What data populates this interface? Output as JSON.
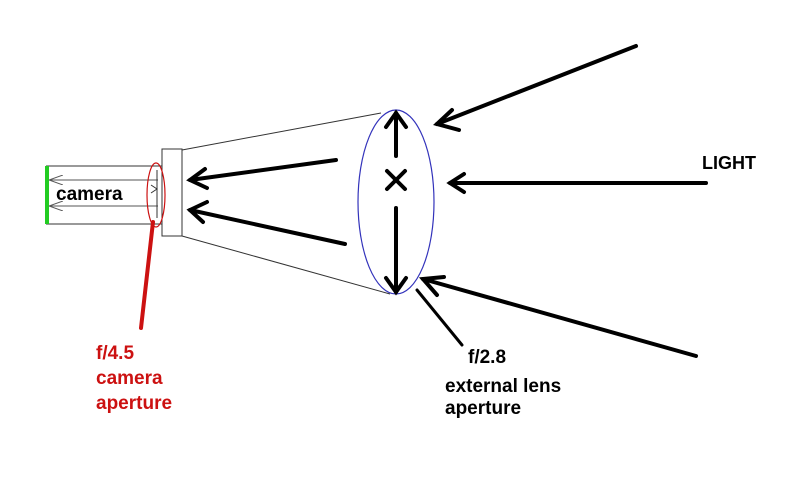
{
  "labels": {
    "camera": "camera",
    "light": "LIGHT",
    "camera_f_number": "f/4.5",
    "camera_aperture_line1": "camera",
    "camera_aperture_line2": "aperture",
    "lens_f_number": "f/2.8",
    "lens_aperture_line1": "external lens",
    "lens_aperture_line2": "aperture"
  },
  "colors": {
    "ink": "#000000",
    "camera_annotation": "#cc1111",
    "lens_outline": "#3333bb",
    "sensor": "#22cc22",
    "background": "#ffffff"
  }
}
